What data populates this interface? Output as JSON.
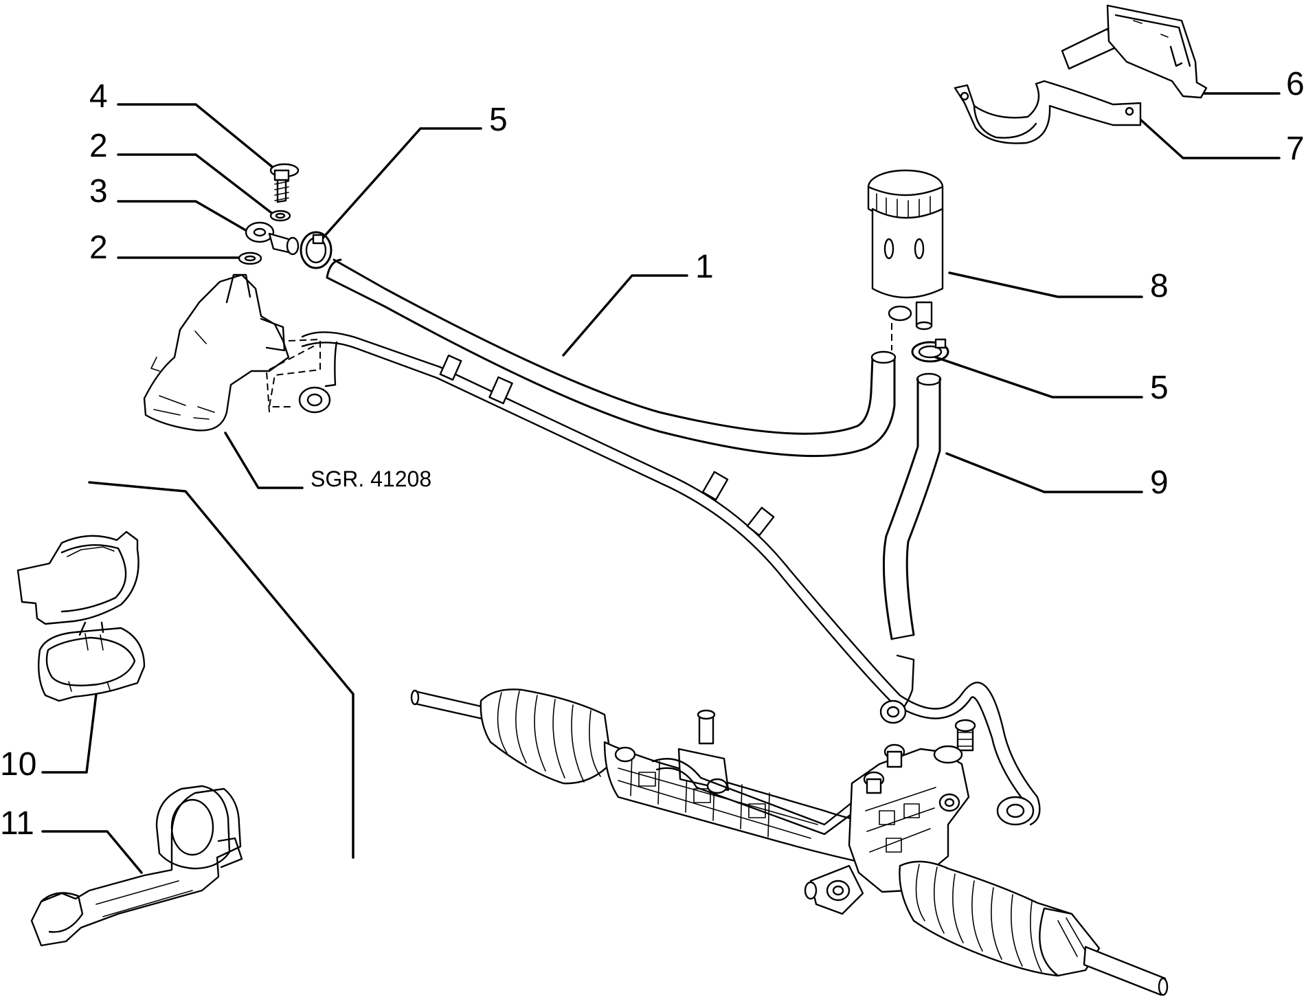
{
  "diagram": {
    "callouts": [
      {
        "id": "c4",
        "text": "4"
      },
      {
        "id": "c2a",
        "text": "2"
      },
      {
        "id": "c3",
        "text": "3"
      },
      {
        "id": "c2b",
        "text": "2"
      },
      {
        "id": "c5a",
        "text": "5"
      },
      {
        "id": "c1",
        "text": "1"
      },
      {
        "id": "c6",
        "text": "6"
      },
      {
        "id": "c7",
        "text": "7"
      },
      {
        "id": "c8",
        "text": "8"
      },
      {
        "id": "c5b",
        "text": "5"
      },
      {
        "id": "c9",
        "text": "9"
      },
      {
        "id": "c10",
        "text": "10"
      },
      {
        "id": "c11",
        "text": "11"
      }
    ],
    "reference_label": "SGR. 41208"
  }
}
